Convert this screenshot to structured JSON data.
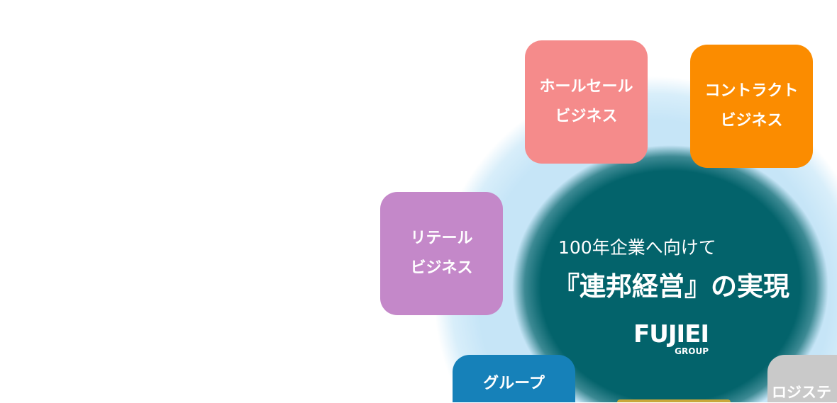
{
  "center": {
    "subtitle": "100年企業へ向けて",
    "title": "『連邦経営』の実現",
    "logo": {
      "name": "FUJIEI",
      "sub": "GROUP"
    }
  },
  "segments": [
    {
      "line1": "ホールセール",
      "line2": "ビジネス",
      "color": "#f58b8b"
    },
    {
      "line1": "コントラクト",
      "line2": "ビジネス",
      "color": "#fb8c00"
    },
    {
      "line1": "リテール",
      "line2": "ビジネス",
      "color": "#c488c9"
    },
    {
      "line1": "グループ",
      "color": "#1681b9"
    },
    {
      "line1": "ロジステ",
      "color": "#c9c9c9"
    },
    {
      "color": "#c9a83a"
    }
  ],
  "colors": {
    "core": "#03636b",
    "halo": "#c6e5f7"
  }
}
